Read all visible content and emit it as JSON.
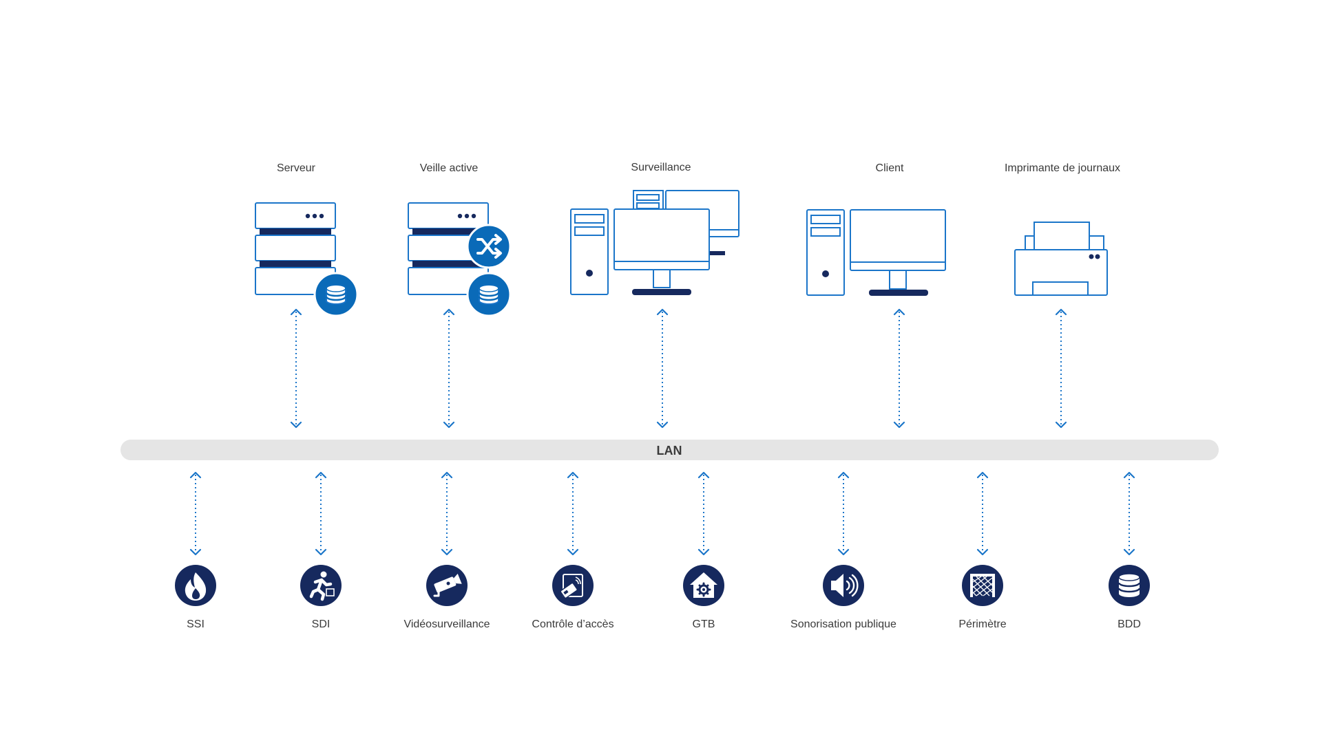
{
  "network": {
    "label": "LAN"
  },
  "top_devices": [
    {
      "id": "serveur",
      "label": "Serveur",
      "icon": "server-database-icon"
    },
    {
      "id": "veille",
      "label": "Veille active",
      "icon": "server-sync-database-icon"
    },
    {
      "id": "surveillance",
      "label": "Surveillance",
      "icon": "dual-workstation-icon"
    },
    {
      "id": "client",
      "label": "Client",
      "icon": "workstation-icon"
    },
    {
      "id": "imprimante",
      "label": "Imprimante de journaux",
      "icon": "printer-icon"
    }
  ],
  "subsystems": [
    {
      "id": "ssi",
      "label": "SSI",
      "icon": "fire-icon"
    },
    {
      "id": "sdi",
      "label": "SDI",
      "icon": "running-person-icon"
    },
    {
      "id": "video",
      "label": "Vidéosurveillance",
      "icon": "cctv-camera-icon"
    },
    {
      "id": "acces",
      "label": "Contrôle d’accès",
      "icon": "access-card-icon"
    },
    {
      "id": "gtb",
      "label": "GTB",
      "icon": "house-gear-icon"
    },
    {
      "id": "sono",
      "label": "Sonorisation publique",
      "icon": "speaker-icon"
    },
    {
      "id": "perimetre",
      "label": "Périmètre",
      "icon": "fence-icon"
    },
    {
      "id": "bdd",
      "label": "BDD",
      "icon": "database-icon"
    }
  ],
  "colors": {
    "outline": "#1a75c9",
    "navy": "#16295e",
    "accent_blue": "#0a6ab8",
    "arrow": "#1a75c9",
    "lan_bar": "#e5e5e5",
    "text": "#3a3a3a"
  }
}
